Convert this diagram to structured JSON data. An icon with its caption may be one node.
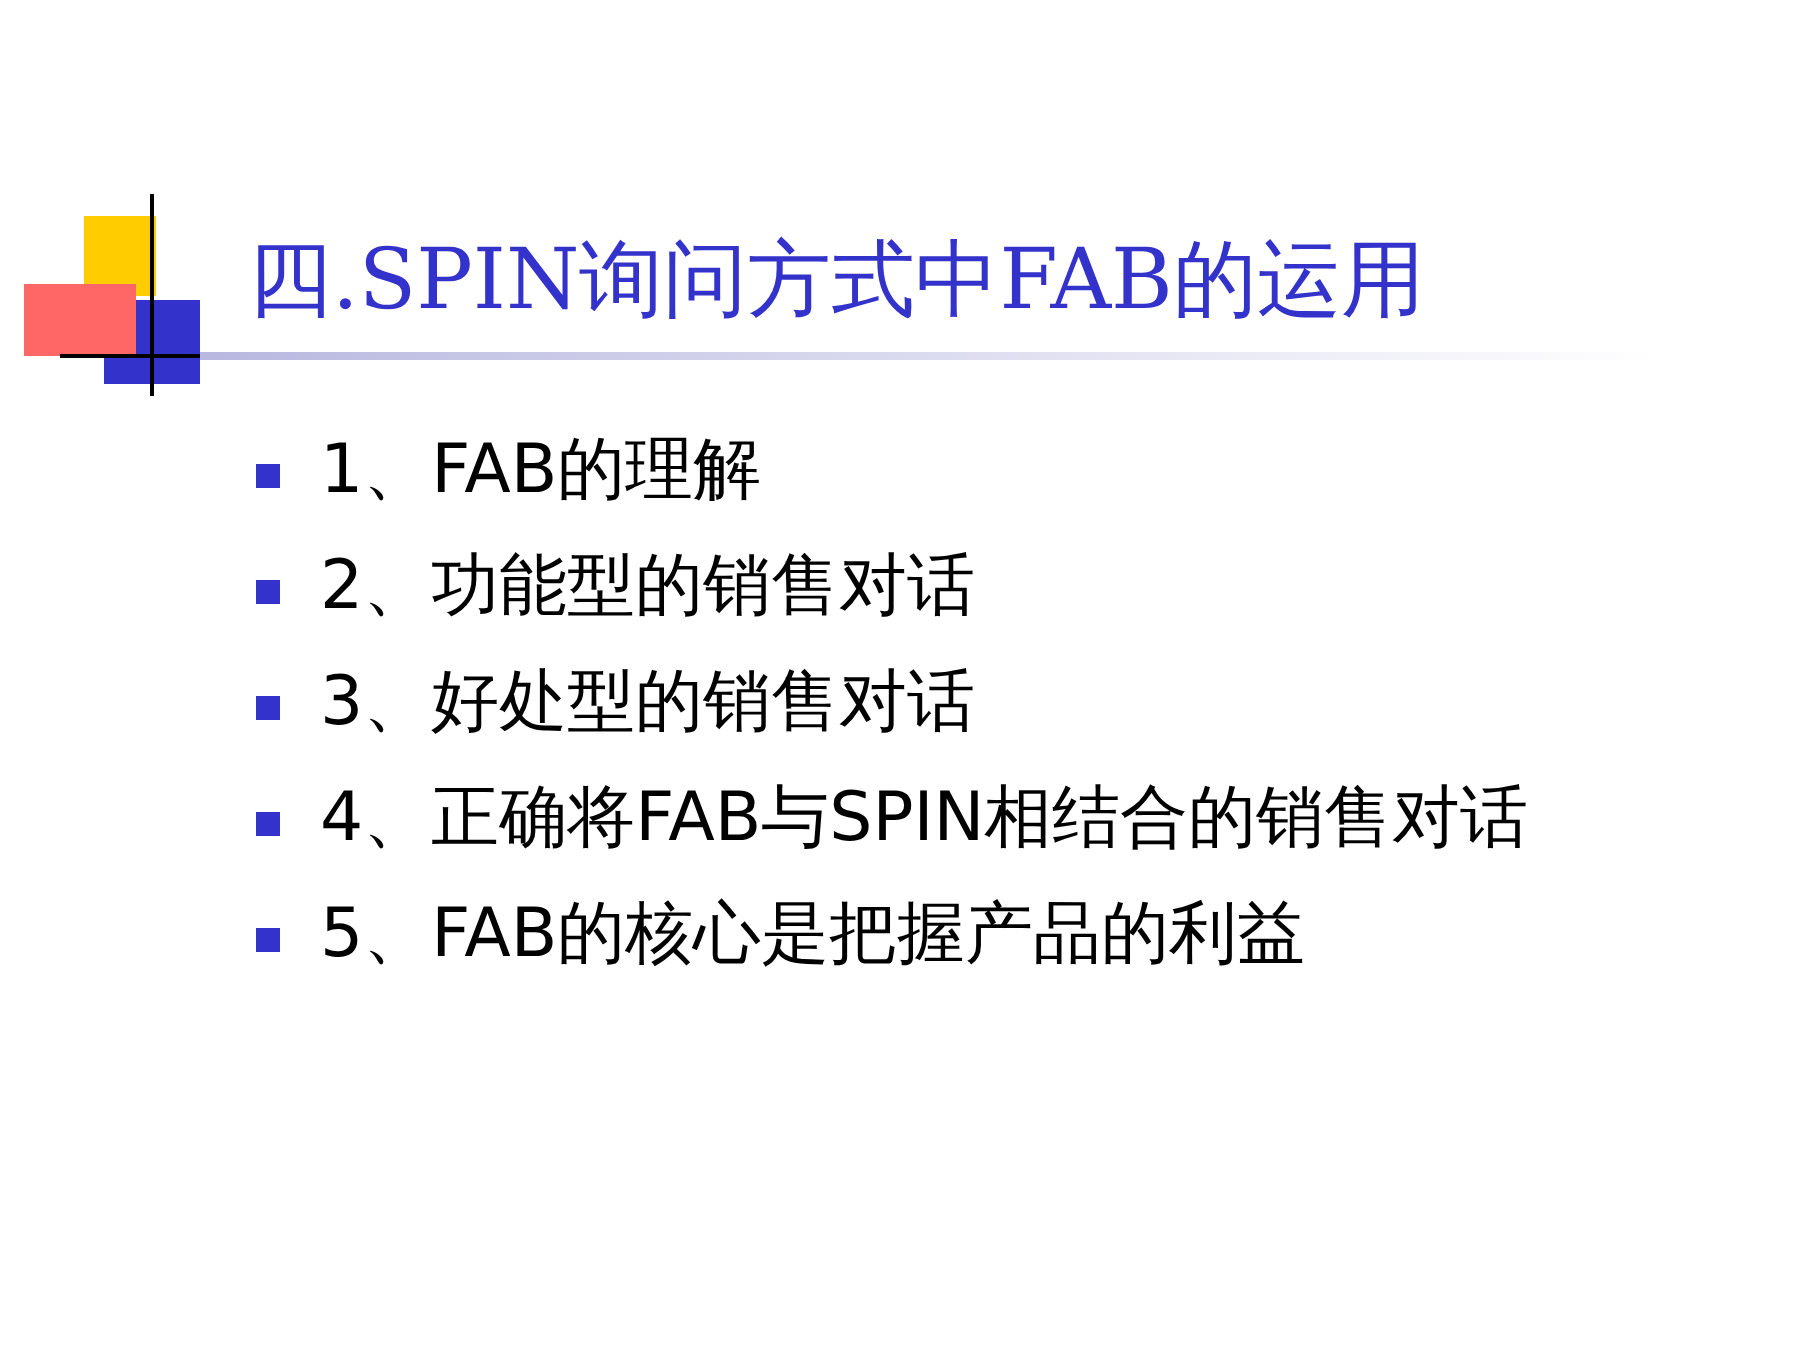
{
  "diagram": {
    "title": "四.SPIN询问方式中FAB的运用",
    "labels": [
      "1、FAB的理解",
      "2、功能型的销售对话",
      "3、好处型的销售对话",
      "4、正确将FAB与SPIN相结合的销售对话",
      "5、FAB的核心是把握产品的利益"
    ]
  }
}
